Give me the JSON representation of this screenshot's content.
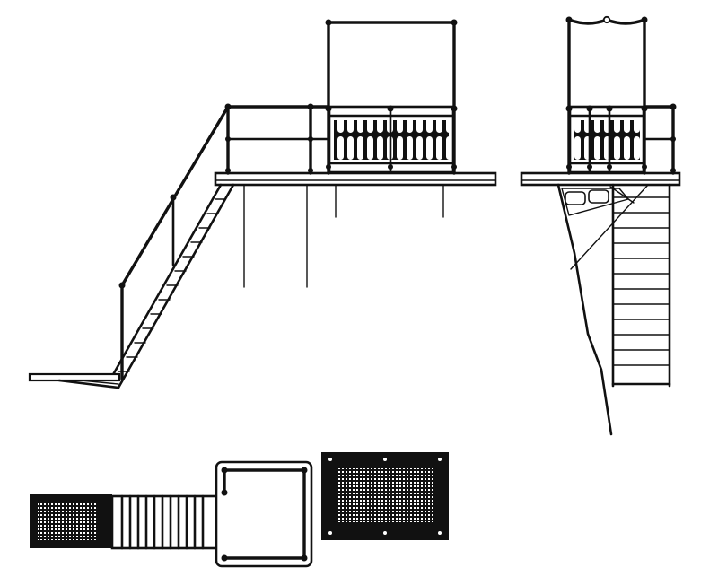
{
  "drawing": {
    "title": "",
    "views": [
      {
        "key": "side-elevation",
        "label": ""
      },
      {
        "key": "end-elevation",
        "label": ""
      },
      {
        "key": "plan-view",
        "label": ""
      },
      {
        "key": "grating-detail",
        "label": ""
      }
    ]
  },
  "colors": {
    "ink": "#111111",
    "paper": "#ffffff"
  }
}
